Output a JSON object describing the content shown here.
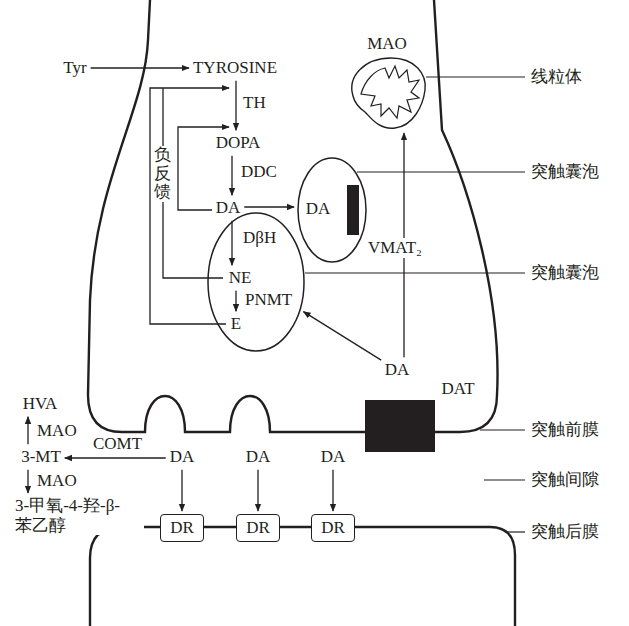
{
  "diagram": {
    "nodes": [
      {
        "text": [
          "MAO"
        ]
      },
      {
        "text": [
          "Tyr"
        ]
      },
      {
        "text": [
          "TYROSINE"
        ]
      },
      {
        "text": [
          "DOPA"
        ]
      },
      {
        "text": [
          "DA"
        ]
      },
      {
        "text": [
          "VMAT₂"
        ]
      },
      {
        "text": [
          "DA"
        ],
        "in": 5
      },
      {
        "text": []
      },
      {
        "text": [
          "NE"
        ],
        "in": 7
      },
      {
        "text": [
          "E"
        ],
        "in": 7
      },
      {
        "text": [
          "DA"
        ]
      },
      {
        "text": [
          "DAT"
        ]
      },
      {
        "text": [
          "HVA"
        ]
      },
      {
        "text": [
          "3-MT"
        ]
      },
      {
        "text": [
          "DA"
        ]
      },
      {
        "text": [
          "DA"
        ]
      },
      {
        "text": [
          "DA"
        ]
      },
      {
        "text": [
          "3-甲氧-4-羟-β- 苯乙醇"
        ]
      },
      {
        "text": [
          "DR"
        ]
      },
      {
        "text": [
          "DR"
        ]
      },
      {
        "text": [
          "DR"
        ]
      }
    ],
    "edges": [
      {
        "from": 1,
        "to": 2,
        "arrow": "to"
      },
      {
        "from": 2,
        "to": 3,
        "arrow": "to",
        "label": "TH"
      },
      {
        "from": 3,
        "to": 4,
        "arrow": "to",
        "label": "DDC"
      },
      {
        "from": 4,
        "to": 5,
        "arrow": "to"
      },
      {
        "from": 4,
        "to": 8,
        "arrow": "to",
        "label": "DβH"
      },
      {
        "from": 8,
        "to": 9,
        "arrow": "to",
        "label": "PNMT"
      },
      {
        "from": 10,
        "to": 7,
        "arrow": "to"
      },
      {
        "from": 10,
        "to": 0,
        "arrow": "to"
      },
      {
        "from": 14,
        "to": 13,
        "arrow": "to",
        "label": "COMT"
      },
      {
        "from": 13,
        "to": 12,
        "arrow": "to",
        "label": "MAO"
      },
      {
        "from": 13,
        "to": 17,
        "arrow": "to",
        "label": "MAO"
      },
      {
        "from": 14,
        "to": 18,
        "arrow": "to"
      },
      {
        "from": 15,
        "to": 19,
        "arrow": "to"
      },
      {
        "from": 16,
        "to": 20,
        "arrow": "to"
      }
    ],
    "labels": [
      "负反馈",
      "线粒体",
      "突触囊泡",
      "突触囊泡",
      "突触前膜",
      "突触间隙",
      "突触后膜"
    ]
  }
}
